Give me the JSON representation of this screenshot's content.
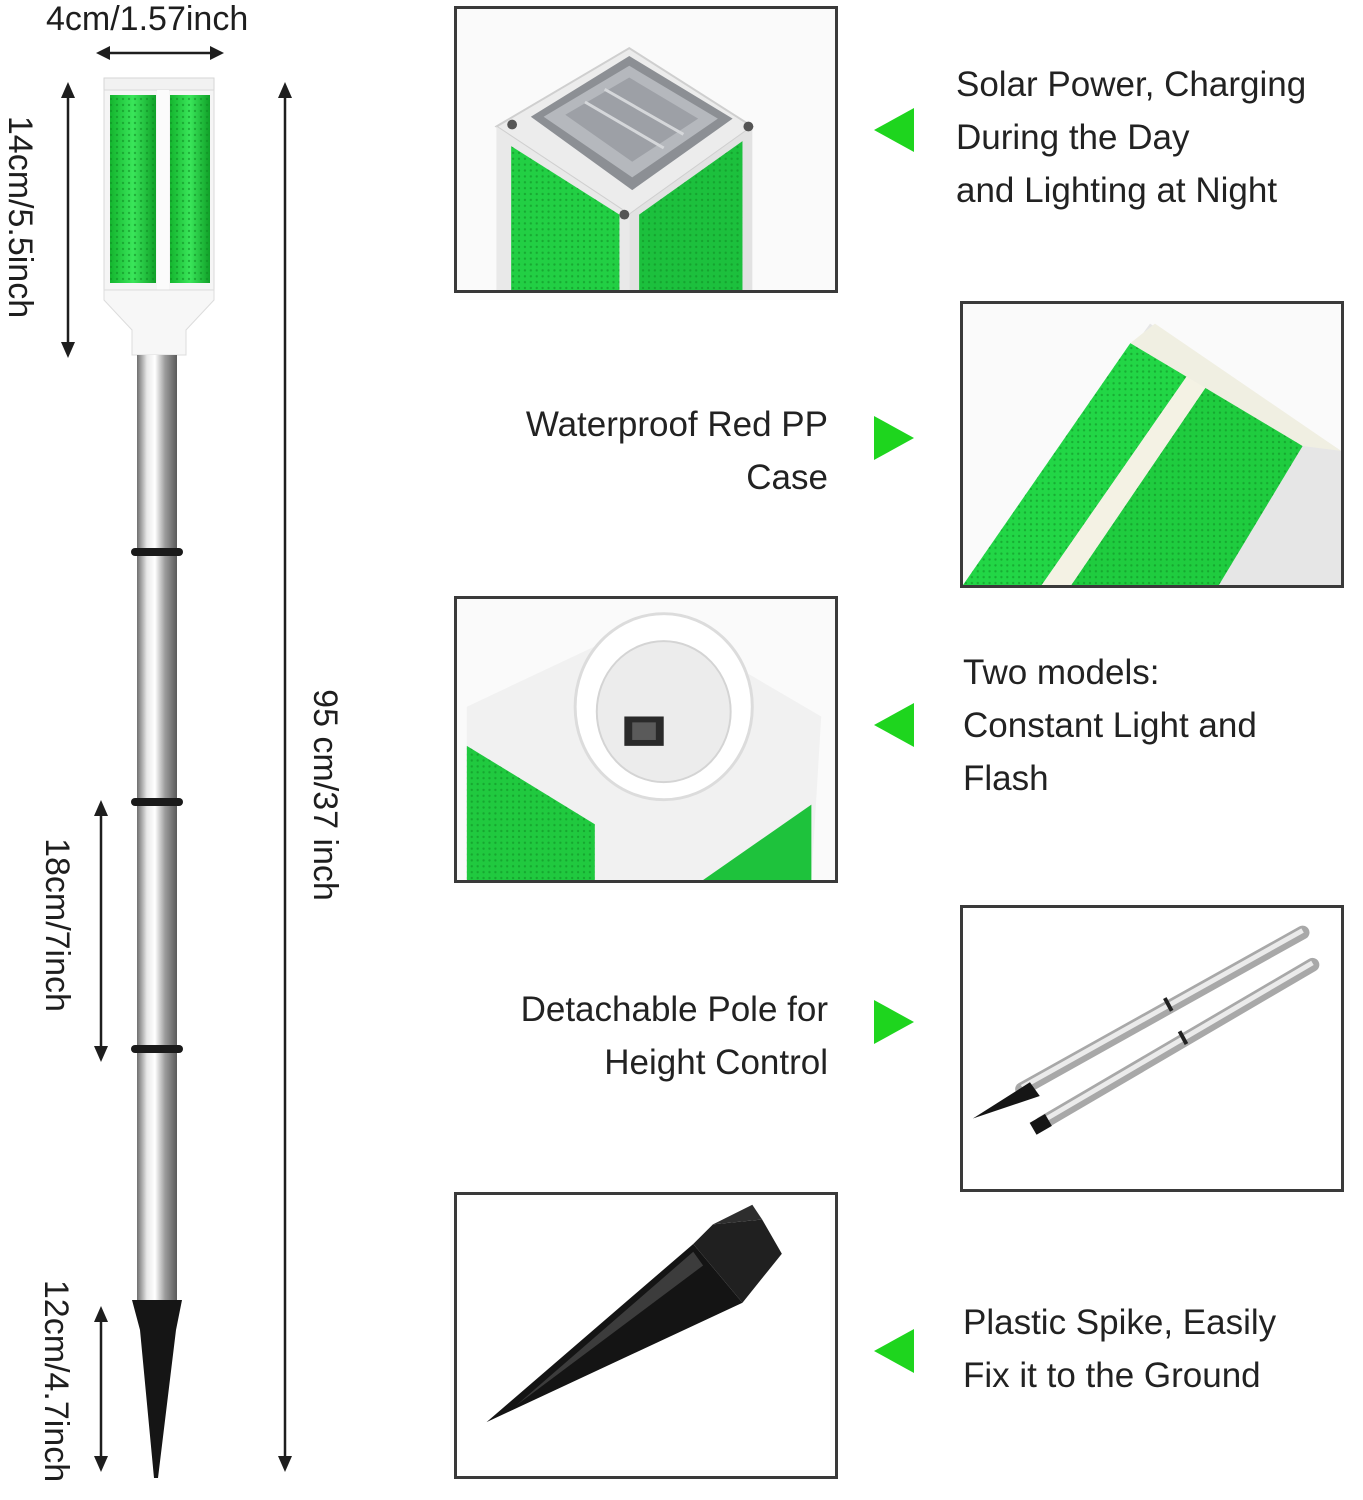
{
  "dimensions": {
    "width_label": "4cm/1.57inch",
    "head_height_label": "14cm/5.5inch",
    "total_height_label": "95 cm/37 inch",
    "segment_label": "18cm/7inch",
    "spike_label": "12cm/4.7inch"
  },
  "features": [
    {
      "lines": [
        "Solar Power, Charging",
        "During the Day",
        "and Lighting at Night"
      ]
    },
    {
      "lines": [
        "Waterproof Red PP",
        "Case"
      ]
    },
    {
      "lines": [
        "Two models:",
        "Constant Light and",
        "Flash"
      ]
    },
    {
      "lines": [
        "Detachable Pole for",
        "Height Control"
      ]
    },
    {
      "lines": [
        "Plastic Spike, Easily",
        "Fix it to the Ground"
      ]
    }
  ],
  "colors": {
    "accent_green": "#1ed51e",
    "case_green": "#2ee04a",
    "panel_border": "#3a3a3a"
  }
}
